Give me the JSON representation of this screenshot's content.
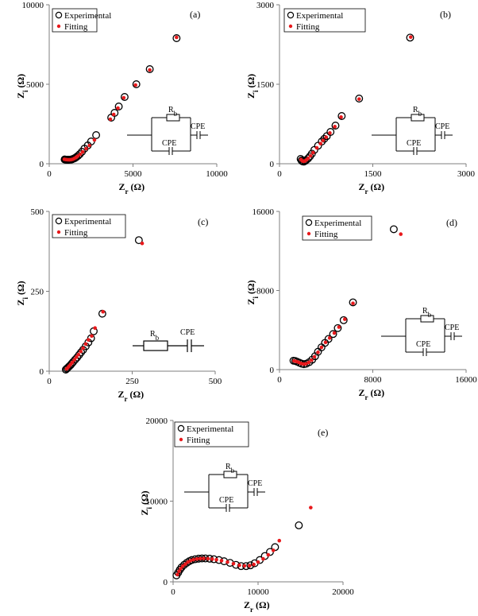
{
  "figure": {
    "xlabel_main": "Z",
    "xlabel_sub": "r",
    "xlabel_unit": " (Ω)",
    "ylabel_main": "Z",
    "ylabel_sub": "i",
    "ylabel_unit": " (Ω)",
    "legend_experimental": "Experimental",
    "legend_fitting": "Fitting",
    "circuit_rb_main": "R",
    "circuit_rb_sub": "b",
    "circuit_cpe": "CPE",
    "colors": {
      "experimental": "#000000",
      "fitting": "#e8191c"
    }
  },
  "chart_data": [
    {
      "type": "scatter",
      "panel": "(a)",
      "xlim": [
        0,
        10000
      ],
      "ylim": [
        0,
        10000
      ],
      "xticks": [
        "0",
        "5000",
        "10000"
      ],
      "yticks": [
        "0",
        "5000",
        "10000"
      ],
      "xtick_values": [
        0,
        5000,
        10000
      ],
      "ytick_values": [
        0,
        5000,
        10000
      ],
      "circuit": "parallel",
      "series": [
        {
          "name": "Experimental",
          "marker": "open-circle",
          "x": [
            920,
            960,
            1000,
            1050,
            1100,
            1160,
            1220,
            1300,
            1380,
            1460,
            1540,
            1620,
            1720,
            1820,
            1950,
            2100,
            2300,
            2500,
            2800,
            3700,
            3900,
            4150,
            4500,
            5200,
            6000,
            7600
          ],
          "y": [
            270,
            260,
            255,
            252,
            250,
            250,
            255,
            265,
            285,
            320,
            360,
            420,
            500,
            600,
            750,
            950,
            1150,
            1400,
            1800,
            2900,
            3200,
            3600,
            4200,
            5000,
            5950,
            7900
          ]
        },
        {
          "name": "Fitting",
          "marker": "filled-dot",
          "x": [
            900,
            1000,
            1100,
            1200,
            1300,
            1400,
            1500,
            1600,
            1700,
            1850,
            2000,
            2200,
            2400,
            2700,
            3650,
            3850,
            4100,
            4450,
            5150,
            6000,
            7600
          ],
          "y": [
            280,
            260,
            250,
            245,
            255,
            280,
            330,
            400,
            480,
            600,
            750,
            950,
            1150,
            1500,
            2800,
            3100,
            3500,
            4150,
            4950,
            5900,
            7950
          ]
        }
      ]
    },
    {
      "type": "scatter",
      "panel": "(b)",
      "xlim": [
        0,
        3000
      ],
      "ylim": [
        0,
        3000
      ],
      "xticks": [
        "0",
        "1500",
        "3000"
      ],
      "yticks": [
        "0",
        "1500",
        "3000"
      ],
      "xtick_values": [
        0,
        1500,
        3000
      ],
      "ytick_values": [
        0,
        1500,
        3000
      ],
      "circuit": "parallel",
      "series": [
        {
          "name": "Experimental",
          "marker": "open-circle",
          "x": [
            340,
            355,
            370,
            390,
            410,
            430,
            460,
            490,
            520,
            560,
            620,
            680,
            720,
            760,
            820,
            900,
            1000,
            1280,
            2100
          ],
          "y": [
            90,
            60,
            45,
            40,
            50,
            70,
            100,
            140,
            190,
            260,
            340,
            420,
            470,
            520,
            600,
            720,
            900,
            1230,
            2380
          ]
        },
        {
          "name": "Fitting",
          "marker": "filled-dot",
          "x": [
            345,
            365,
            385,
            405,
            430,
            460,
            500,
            540,
            600,
            660,
            700,
            750,
            810,
            890,
            990,
            1280,
            2110
          ],
          "y": [
            80,
            55,
            45,
            50,
            70,
            100,
            150,
            210,
            300,
            380,
            440,
            500,
            580,
            700,
            880,
            1220,
            2390
          ]
        }
      ]
    },
    {
      "type": "scatter",
      "panel": "(c)",
      "xlim": [
        0,
        500
      ],
      "ylim": [
        0,
        500
      ],
      "xticks": [
        "0",
        "250",
        "500"
      ],
      "yticks": [
        "0",
        "250",
        "500"
      ],
      "xtick_values": [
        0,
        250,
        500
      ],
      "ytick_values": [
        0,
        250,
        500
      ],
      "circuit": "series",
      "series": [
        {
          "name": "Experimental",
          "marker": "open-circle",
          "x": [
            50,
            53,
            56,
            60,
            64,
            68,
            72,
            78,
            84,
            90,
            96,
            102,
            110,
            118,
            126,
            134,
            160,
            270
          ],
          "y": [
            5,
            8,
            11,
            15,
            19,
            24,
            29,
            36,
            43,
            51,
            59,
            67,
            78,
            90,
            103,
            125,
            180,
            410
          ]
        },
        {
          "name": "Fitting",
          "marker": "filled-dot",
          "x": [
            52,
            56,
            60,
            65,
            70,
            76,
            82,
            88,
            95,
            102,
            110,
            118,
            128,
            138,
            162,
            280
          ],
          "y": [
            7,
            11,
            16,
            22,
            28,
            36,
            44,
            52,
            62,
            72,
            85,
            98,
            110,
            135,
            186,
            400
          ]
        }
      ]
    },
    {
      "type": "scatter",
      "panel": "(d)",
      "xlim": [
        0,
        16000
      ],
      "ylim": [
        0,
        16000
      ],
      "xticks": [
        "0",
        "8000",
        "16000"
      ],
      "yticks": [
        "0",
        "8000",
        "16000"
      ],
      "xtick_values": [
        0,
        8000,
        16000
      ],
      "ytick_values": [
        0,
        8000,
        16000
      ],
      "circuit": "parallel",
      "series": [
        {
          "name": "Experimental",
          "marker": "open-circle",
          "x": [
            1200,
            1350,
            1500,
            1700,
            1900,
            2100,
            2300,
            2550,
            2800,
            3050,
            3300,
            3600,
            3900,
            4200,
            4600,
            5000,
            5500,
            6300,
            9800
          ],
          "y": [
            900,
            870,
            800,
            700,
            600,
            550,
            600,
            750,
            1000,
            1350,
            1800,
            2250,
            2700,
            3100,
            3600,
            4200,
            5000,
            6800,
            14200
          ]
        },
        {
          "name": "Fitting",
          "marker": "filled-dot",
          "x": [
            1250,
            1450,
            1650,
            1850,
            2050,
            2250,
            2500,
            2750,
            3000,
            3300,
            3600,
            3950,
            4300,
            4700,
            5100,
            5600,
            6300,
            10400
          ],
          "y": [
            880,
            820,
            730,
            620,
            560,
            580,
            720,
            950,
            1300,
            1750,
            2250,
            2750,
            3200,
            3700,
            4300,
            5100,
            6700,
            13700
          ]
        }
      ]
    },
    {
      "type": "scatter",
      "panel": "(e)",
      "xlim": [
        0,
        20000
      ],
      "ylim": [
        0,
        20000
      ],
      "xticks": [
        "0",
        "10000",
        "20000"
      ],
      "yticks": [
        "0",
        "10000",
        "20000"
      ],
      "xtick_values": [
        0,
        10000,
        20000
      ],
      "ytick_values": [
        0,
        10000,
        20000
      ],
      "circuit": "parallel",
      "series": [
        {
          "name": "Experimental",
          "marker": "open-circle",
          "x": [
            400,
            600,
            800,
            1000,
            1300,
            1600,
            1900,
            2200,
            2600,
            3000,
            3400,
            3800,
            4300,
            4800,
            5400,
            6000,
            6700,
            7400,
            8000,
            8600,
            9100,
            9600,
            10200,
            10800,
            11400,
            12000,
            14800
          ],
          "y": [
            800,
            1150,
            1500,
            1800,
            2100,
            2350,
            2550,
            2700,
            2800,
            2870,
            2900,
            2900,
            2870,
            2800,
            2700,
            2550,
            2350,
            2100,
            1950,
            1950,
            2050,
            2300,
            2700,
            3200,
            3700,
            4300,
            7000
          ]
        },
        {
          "name": "Fitting",
          "marker": "filled-dot",
          "x": [
            500,
            700,
            900,
            1150,
            1450,
            1750,
            2050,
            2400,
            2800,
            3200,
            3600,
            4100,
            4600,
            5100,
            5700,
            6400,
            7100,
            7800,
            8400,
            9000,
            9500,
            10000,
            10600,
            11200,
            11800,
            12500,
            16200
          ],
          "y": [
            900,
            1300,
            1650,
            1950,
            2200,
            2450,
            2620,
            2750,
            2830,
            2880,
            2890,
            2870,
            2820,
            2740,
            2620,
            2450,
            2250,
            2050,
            1980,
            2000,
            2150,
            2450,
            2850,
            3350,
            3900,
            5100,
            9200
          ]
        }
      ]
    }
  ]
}
